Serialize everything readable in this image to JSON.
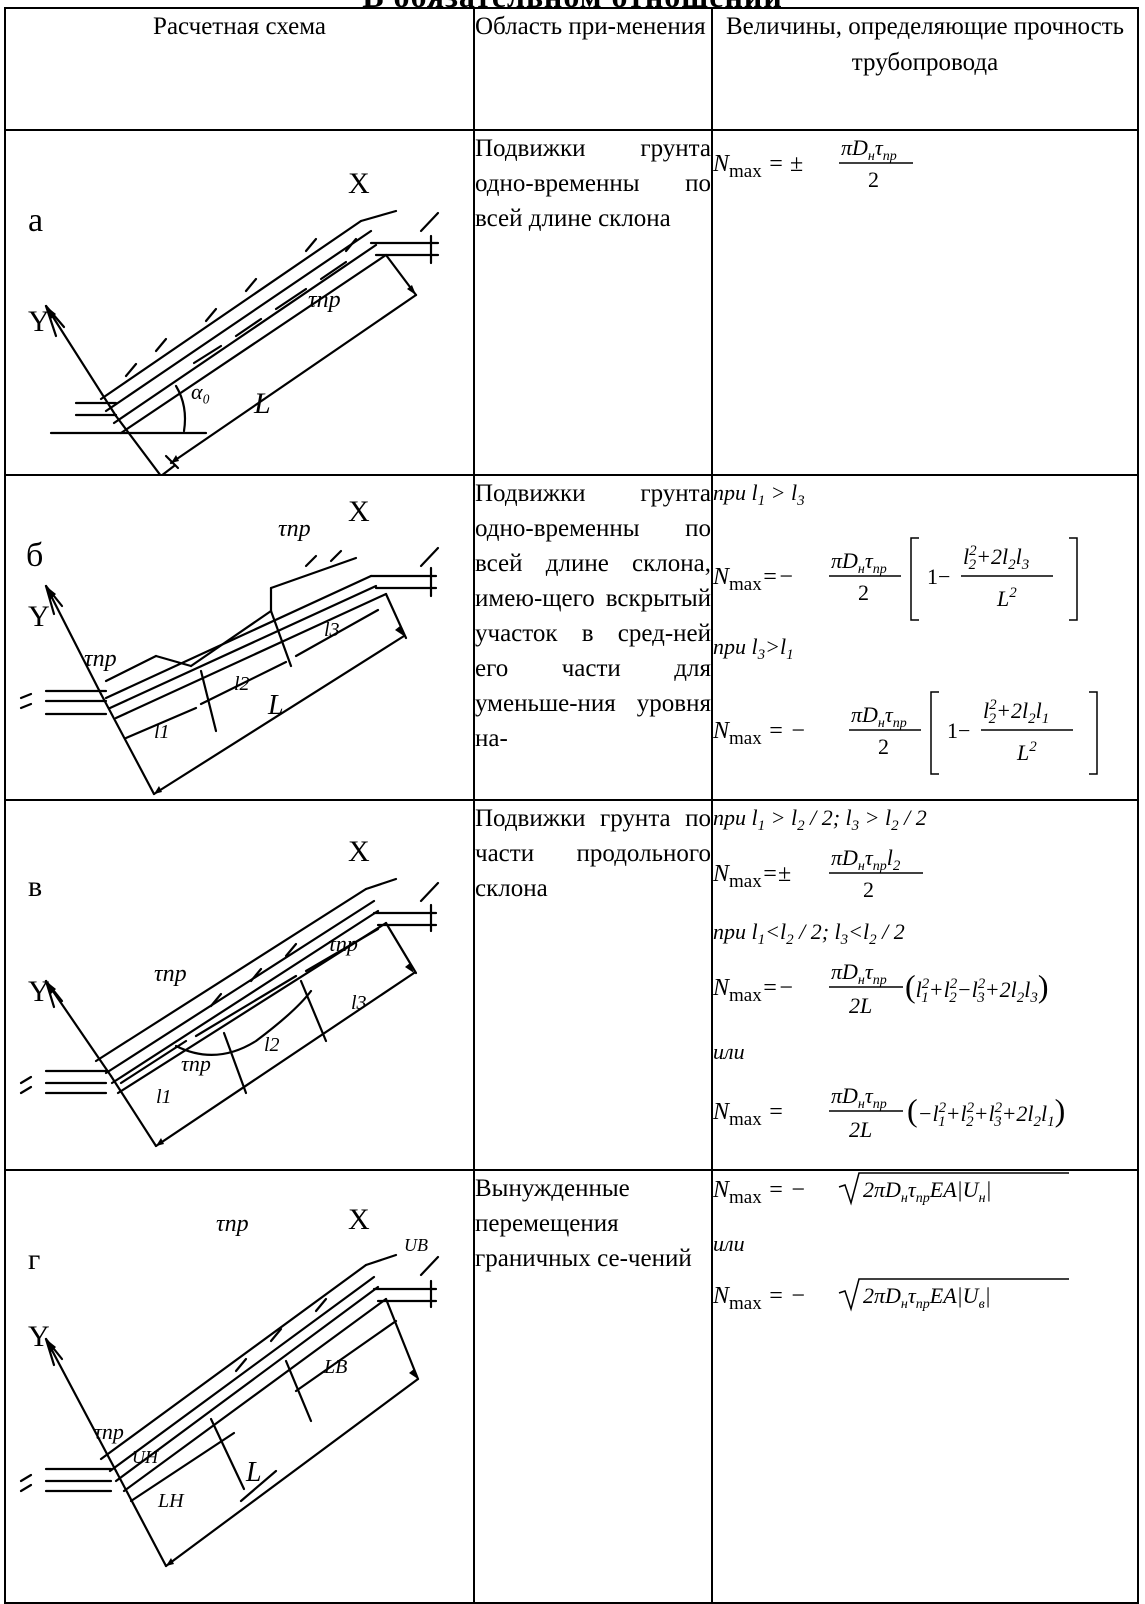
{
  "page_title": "В обязательном отношении",
  "headers": {
    "scheme": "Расчетная схема",
    "area": "Область при-менения",
    "values": "Величины, определяющие прочность трубопровода"
  },
  "rows": [
    {
      "letter": "а",
      "area": "Подвижки грунта одно-временны по всей длине склона",
      "labels": {
        "x": "X",
        "y": "Y",
        "tau": "τпр",
        "alpha": "α₀",
        "L": "L"
      },
      "formulas": [
        {
          "kind": "formula",
          "text": "N_max = ± πD_н τ_пр / 2"
        }
      ]
    },
    {
      "letter": "б",
      "area": "Подвижки грунта одно-временны по всей длине склона, имею-щего вскрытый участок в сред-ней его части для уменьше-ния уровня на-",
      "labels": {
        "x": "X",
        "y": "Y",
        "tau1": "τпр",
        "tau2": "τпр",
        "l1": "l1",
        "l2": "l2",
        "l3": "l3",
        "L": "L"
      },
      "formulas": [
        {
          "kind": "cond",
          "text": "при l1 > l3"
        },
        {
          "kind": "formula",
          "text": "N_max = −(πD_н τ_пр / 2)[1 − (l2² + 2 l2 l3) / L²]"
        },
        {
          "kind": "cond",
          "text": "при l3>l1"
        },
        {
          "kind": "formula",
          "text": "N_max = −(πD_н τ_пр / 2)[1 − (l2² + 2 l2 l1) / L²]"
        }
      ]
    },
    {
      "letter": "в",
      "area": "Подвижки грунта по части продольного склона",
      "labels": {
        "x": "X",
        "y": "Y",
        "tau1": "τпр",
        "tau2": "τпр",
        "tau3": "τпр",
        "l1": "l1",
        "l2": "l2",
        "l3": "l3"
      },
      "formulas": [
        {
          "kind": "cond",
          "text": "при l1 > l2 / 2; l3 > l2 / 2"
        },
        {
          "kind": "formula",
          "text": "N_max = ± πD_н τ_пр l2 / 2"
        },
        {
          "kind": "cond",
          "text": "при l1<l2 / 2; l3<l2 / 2"
        },
        {
          "kind": "formula",
          "text": "N_max = −(πD_н τ_пр / 2L)(l1² + l2² − l3² + 2 l2 l3)"
        },
        {
          "kind": "cond",
          "text": "или"
        },
        {
          "kind": "formula",
          "text": "N_max = (πD_н τ_пр / 2L)(−l1² + l2² + l3² + 2 l2 l1)"
        }
      ]
    },
    {
      "letter": "г",
      "area": "Вынужденные перемещения граничных се-чений",
      "labels": {
        "x": "X",
        "y": "Y",
        "tau1": "τпр",
        "tau2": "τпр",
        "uh": "UН",
        "ub": "UВ",
        "lh": "LН",
        "lb": "LВ",
        "L": "L"
      },
      "formulas": [
        {
          "kind": "formula",
          "text": "N_max = −√(2πD_н τ_пр EA|U_н|)"
        },
        {
          "kind": "cond",
          "text": "или"
        },
        {
          "kind": "formula",
          "text": "N_max = −√(2πD_н τ_пр EA|U_в|)"
        }
      ]
    }
  ]
}
